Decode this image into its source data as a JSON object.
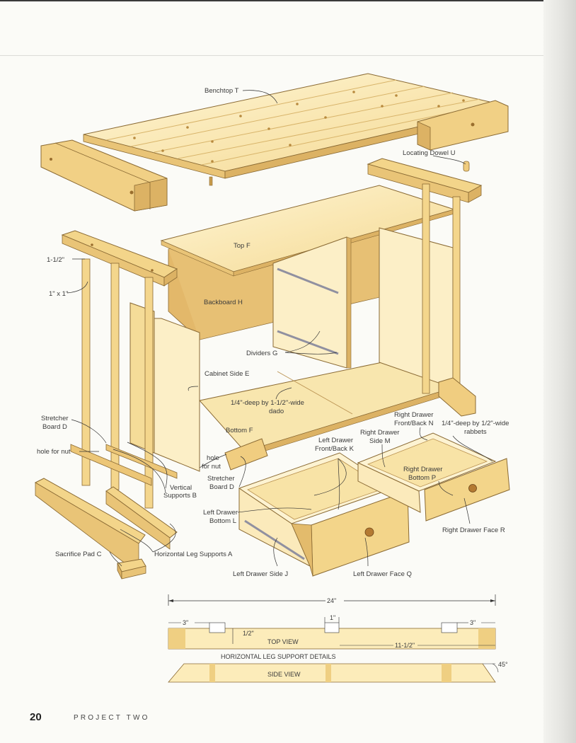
{
  "page": {
    "number": "20",
    "section": "PROJECT TWO"
  },
  "parts": {
    "benchtop": "Benchtop T",
    "locating_dowel": "Locating Dowel U",
    "top": "Top F",
    "dim_1_1_2": "1-1/2\"",
    "dim_1x1": "1\" x 1\"",
    "backboard": "Backboard H",
    "dividers": "Dividers G",
    "cabinet_side": "Cabinet Side E",
    "dado_line1": "1/4\"-deep by 1-1/2\"-wide",
    "dado_line2": "dado",
    "bottom": "Bottom F",
    "stretcher_board_left_1": "Stretcher",
    "stretcher_board_left_2": "Board D",
    "hole_for_nut_left": "hole for nut",
    "hole_for_nut_mid_1": "hole",
    "hole_for_nut_mid_2": "for nut",
    "stretcher_board_mid_1": "Stretcher",
    "stretcher_board_mid_2": "Board D",
    "vertical_supports_1": "Vertical",
    "vertical_supports_2": "Supports B",
    "left_drawer_bottom_1": "Left Drawer",
    "left_drawer_bottom_2": "Bottom L",
    "left_drawer_fb_1": "Left Drawer",
    "left_drawer_fb_2": "Front/Back K",
    "right_drawer_fb_1": "Right Drawer",
    "right_drawer_fb_2": "Front/Back N",
    "rabbets_1": "1/4\"-deep by 1/2\"-wide",
    "rabbets_2": "rabbets",
    "right_drawer_side_1": "Right Drawer",
    "right_drawer_side_2": "Side M",
    "right_drawer_bottom_1": "Right Drawer",
    "right_drawer_bottom_2": "Bottom P",
    "right_drawer_face": "Right Drawer Face R",
    "sacrifice_pad": "Sacrifice Pad C",
    "horizontal_leg_supports": "Horizontal Leg Supports A",
    "left_drawer_side": "Left Drawer Side J",
    "left_drawer_face": "Left Drawer Face Q"
  },
  "details": {
    "overall": "24\"",
    "left_3": "3\"",
    "right_3": "3\"",
    "one_inch": "1\"",
    "half_inch": "1/2\"",
    "eleven_half": "11-1/2\"",
    "top_view": "TOP VIEW",
    "title": "HORIZONTAL LEG SUPPORT DETAILS",
    "side_view": "SIDE VIEW",
    "angle": "45°"
  },
  "colors": {
    "wood_light": "#fbeec0",
    "wood_mid": "#f3d98c",
    "wood_dark": "#dcb264",
    "wood_end": "#e8c27a",
    "outline": "#7a5a2a"
  }
}
